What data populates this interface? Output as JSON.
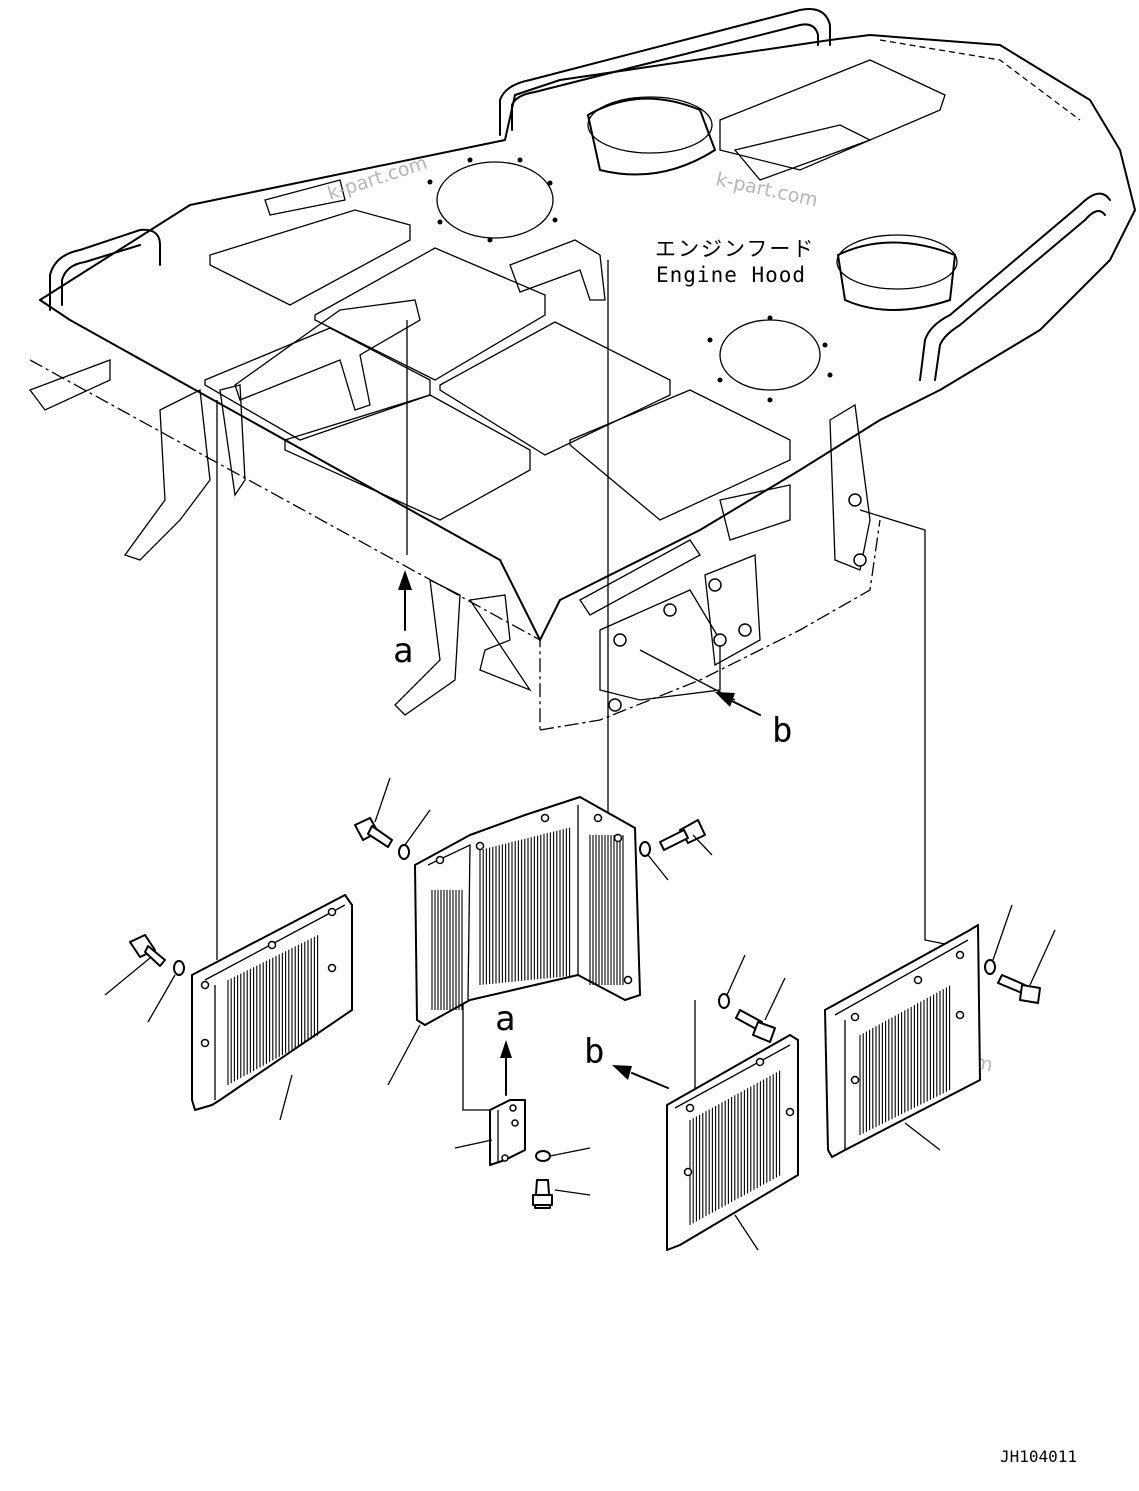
{
  "title_jp": "エンジンフード",
  "title_en": "Engine Hood",
  "callout_a": "a",
  "callout_b": "b",
  "drawing_number": "JH104011",
  "watermark": "k-part.com"
}
